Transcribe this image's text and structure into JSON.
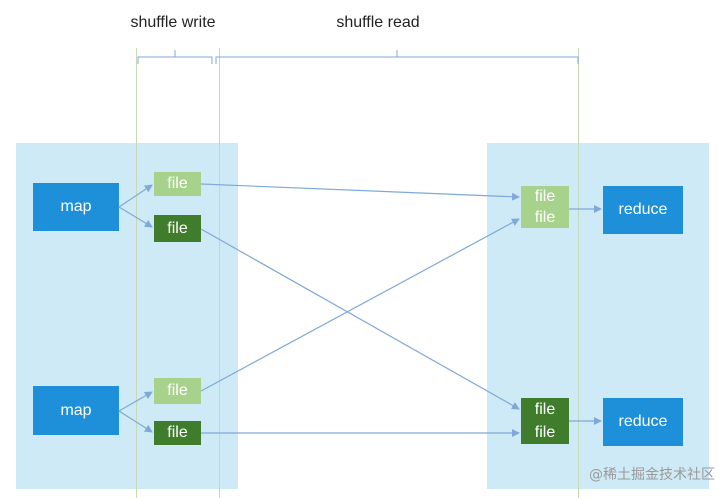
{
  "headers": {
    "shuffle_write": "shuffle write",
    "shuffle_read": "shuffle read"
  },
  "map_nodes": [
    {
      "label": "map"
    },
    {
      "label": "map"
    }
  ],
  "write_files": [
    {
      "label": "file",
      "shade": "light"
    },
    {
      "label": "file",
      "shade": "dark"
    },
    {
      "label": "file",
      "shade": "light"
    },
    {
      "label": "file",
      "shade": "dark"
    }
  ],
  "read_file_groups": [
    {
      "files": [
        {
          "label": "file",
          "shade": "light"
        },
        {
          "label": "file",
          "shade": "light"
        }
      ]
    },
    {
      "files": [
        {
          "label": "file",
          "shade": "dark"
        },
        {
          "label": "file",
          "shade": "dark"
        }
      ]
    }
  ],
  "reduce_nodes": [
    {
      "label": "reduce"
    },
    {
      "label": "reduce"
    }
  ],
  "watermark": "@稀土掘金技术社区",
  "colors": {
    "panel": "#cdeaf6",
    "node_blue": "#1e90d9",
    "file_light": "#a7d28c",
    "file_dark": "#3f7d2c",
    "arrow": "#7fa9d8",
    "bracket": "#7fa9d8"
  }
}
